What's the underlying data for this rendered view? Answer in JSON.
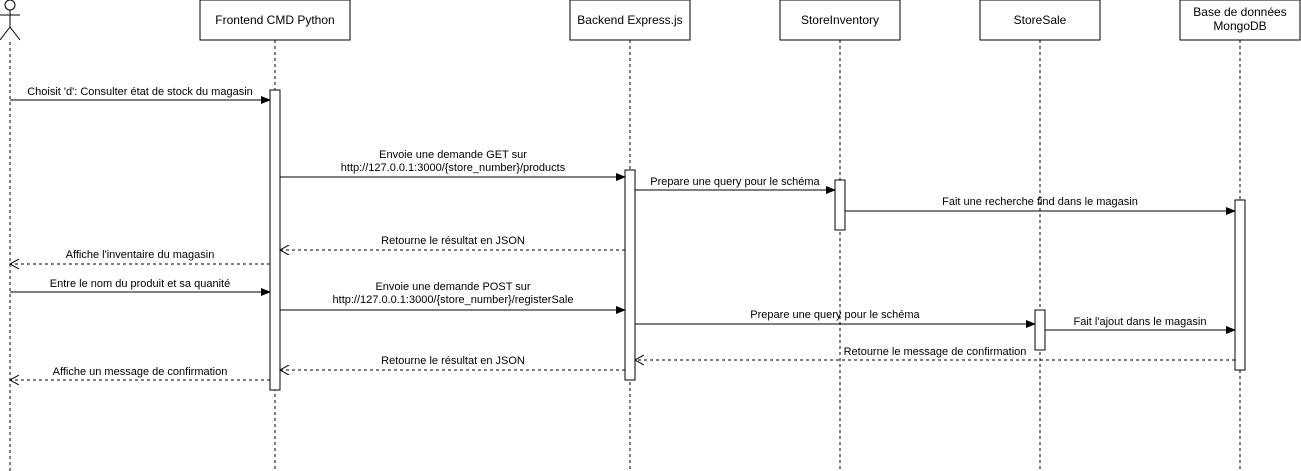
{
  "participants": [
    {
      "id": "user",
      "kind": "actor",
      "label": ""
    },
    {
      "id": "frontend",
      "label": "Frontend CMD Python"
    },
    {
      "id": "backend",
      "label": "Backend Express.js"
    },
    {
      "id": "inventory",
      "label": "StoreInventory"
    },
    {
      "id": "sale",
      "label": "StoreSale"
    },
    {
      "id": "db",
      "label": "Base de données\nMongoDB"
    }
  ],
  "messages": [
    {
      "from": "user",
      "to": "frontend",
      "type": "sync",
      "label": "Choisit 'd': Consulter état de stock du magasin"
    },
    {
      "from": "frontend",
      "to": "backend",
      "type": "sync",
      "label": "Envoie une demande GET sur\nhttp://127.0.0.1:3000/{store_number}/products"
    },
    {
      "from": "backend",
      "to": "inventory",
      "type": "sync",
      "label": "Prepare une query pour le schéma"
    },
    {
      "from": "inventory",
      "to": "db",
      "type": "sync",
      "label": "Fait une recherche find dans le magasin"
    },
    {
      "from": "backend",
      "to": "frontend",
      "type": "reply",
      "label": "Retourne le résultat en JSON"
    },
    {
      "from": "frontend",
      "to": "user",
      "type": "reply",
      "label": "Affiche l'inventaire du magasin"
    },
    {
      "from": "user",
      "to": "frontend",
      "type": "sync",
      "label": "Entre le nom du produit et sa quanité"
    },
    {
      "from": "frontend",
      "to": "backend",
      "type": "sync",
      "label": "Envoie une demande POST sur\nhttp://127.0.0.1:3000/{store_number}/registerSale"
    },
    {
      "from": "backend",
      "to": "sale",
      "type": "sync",
      "label": "Prepare une query pour le schéma"
    },
    {
      "from": "sale",
      "to": "db",
      "type": "sync",
      "label": "Fait l'ajout dans le magasin"
    },
    {
      "from": "db",
      "to": "backend",
      "type": "reply",
      "label": "Retourne le message de confirmation"
    },
    {
      "from": "backend",
      "to": "frontend",
      "type": "reply",
      "label": "Retourne le résultat en JSON"
    },
    {
      "from": "frontend",
      "to": "user",
      "type": "reply",
      "label": "Affiche un message de confirmation"
    }
  ],
  "colors": {
    "line": "#000000",
    "box_fill": "#ffffff",
    "text": "#000000"
  }
}
